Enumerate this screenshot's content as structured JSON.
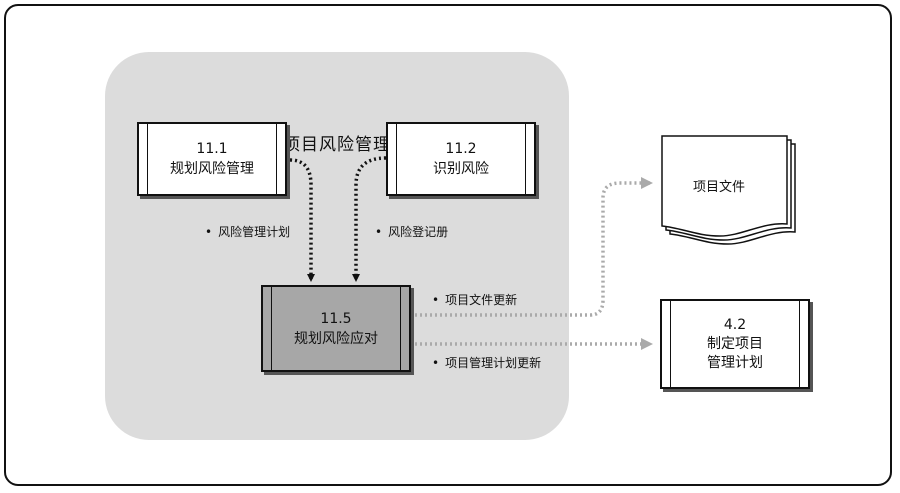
{
  "group_title": "项目风险管理",
  "processes": {
    "p11_1": {
      "number": "11.1",
      "name": "规划风险管理"
    },
    "p11_2": {
      "number": "11.2",
      "name": "识别风险"
    },
    "p11_5": {
      "number": "11.5",
      "name": "规划风险应对"
    }
  },
  "external": {
    "project_docs": {
      "name": "项目文件"
    },
    "p4_2": {
      "number": "4.2",
      "name_line1": "制定项目",
      "name_line2": "管理计划"
    }
  },
  "flows": {
    "risk_plan": "风险管理计划",
    "risk_register": "风险登记册",
    "doc_updates": "项目文件更新",
    "plan_updates": "项目管理计划更新"
  },
  "bullet": "•"
}
